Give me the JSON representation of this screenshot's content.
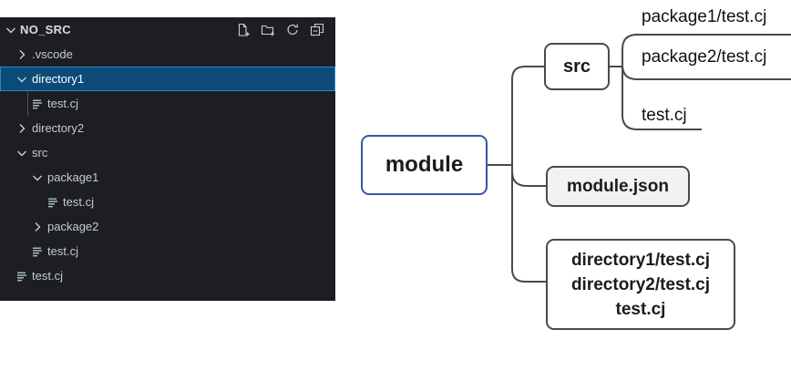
{
  "explorer": {
    "header": {
      "label": "NO_SRC",
      "state": "expanded"
    },
    "toolbar": [
      {
        "icon": "new-file-icon"
      },
      {
        "icon": "new-folder-icon"
      },
      {
        "icon": "refresh-icon"
      },
      {
        "icon": "collapse-folders-icon"
      }
    ],
    "items": [
      {
        "label": ".vscode",
        "type": "folder",
        "state": "collapsed",
        "level": 1
      },
      {
        "label": "directory1",
        "type": "folder",
        "state": "expanded",
        "level": 1,
        "selected": true
      },
      {
        "label": "test.cj",
        "type": "file",
        "level": 2,
        "guide": true
      },
      {
        "label": "directory2",
        "type": "folder",
        "state": "collapsed",
        "level": 1
      },
      {
        "label": "src",
        "type": "folder",
        "state": "expanded",
        "level": 1
      },
      {
        "label": "package1",
        "type": "folder",
        "state": "expanded",
        "level": 2
      },
      {
        "label": "test.cj",
        "type": "file",
        "level": 3
      },
      {
        "label": "package2",
        "type": "folder",
        "state": "collapsed",
        "level": 2
      },
      {
        "label": "test.cj",
        "type": "file",
        "level": 2
      },
      {
        "label": "test.cj",
        "type": "file",
        "level": 1
      }
    ]
  },
  "diagram": {
    "module_label": "module",
    "src_label": "src",
    "module_json_label": "module.json",
    "src_files": [
      "package1/test.cj",
      "package2/test.cj",
      "test.cj"
    ],
    "directory_box_lines": [
      "directory1/test.cj",
      "directory2/test.cj",
      "test.cj"
    ]
  },
  "colors": {
    "panel_bg": "#1d1e21",
    "panel_text": "#c5cbce",
    "selection_bg": "#0c4a77",
    "selection_border": "#2b87d3",
    "module_border": "#3458a4",
    "diagram_line": "#4a4a4a",
    "gray_box_fill": "#f2f2f2"
  }
}
